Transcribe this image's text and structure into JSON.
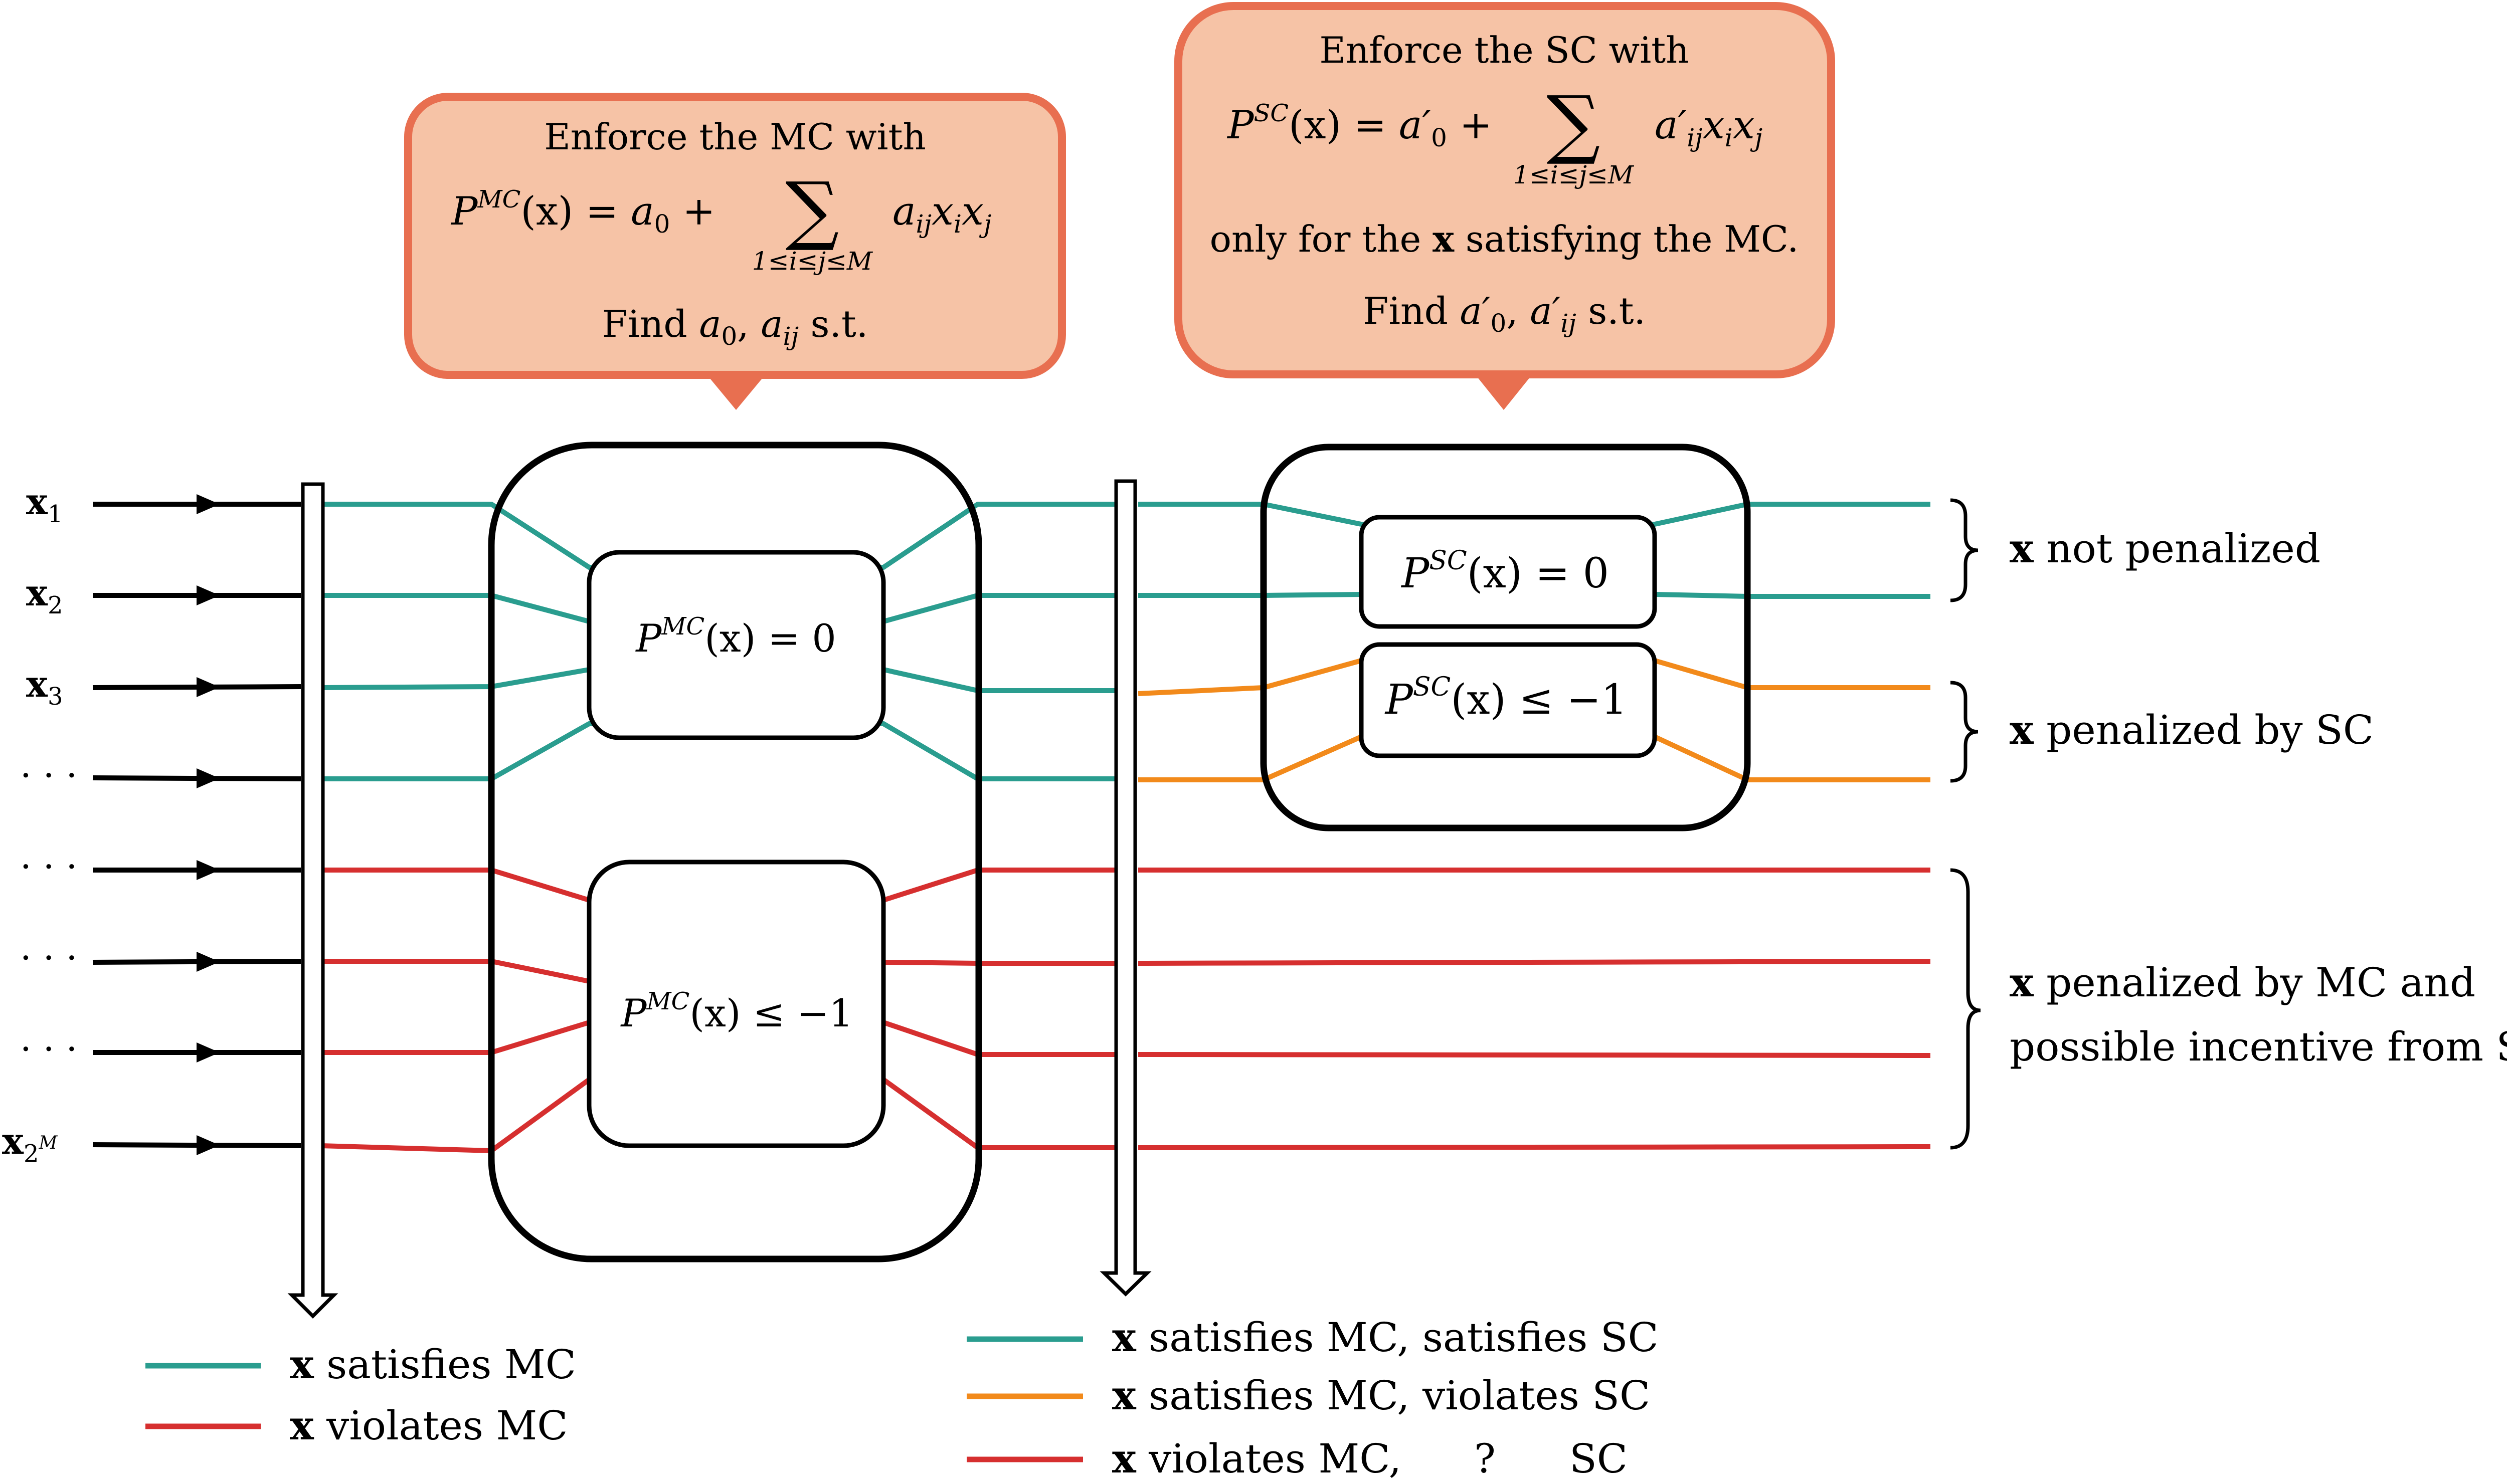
{
  "inputs": {
    "x1": {
      "base": "x",
      "sub": "1"
    },
    "x2": {
      "base": "x",
      "sub": "2"
    },
    "x3": {
      "base": "x",
      "sub": "3"
    },
    "dots": "· · ·",
    "x2M": {
      "base": "x",
      "sub": "2",
      "sup": "M"
    }
  },
  "callout_mc": {
    "line1": "Enforce the MC with",
    "poly_lhs_P": "P",
    "poly_lhs_sup": "MC",
    "poly_lhs_arg": "(x) = ",
    "a0": "a",
    "a0_sub": "0",
    "plus": " + ",
    "sum": "∑",
    "sum_range": "1≤i≤j≤M",
    "term": "a",
    "term_sub": "ij",
    "term_rest": "x",
    "term_i": "i",
    "term_x2": "x",
    "term_j": "j",
    "find_prefix": "Find ",
    "find_a0": "a",
    "find_a0_sub": "0",
    "find_sep": ", ",
    "find_aij": "a",
    "find_aij_sub": "ij",
    "find_suffix": " s.t."
  },
  "callout_sc": {
    "line1": "Enforce the SC with",
    "poly_lhs_P": "P",
    "poly_lhs_sup": "SC",
    "poly_lhs_arg": "(x) = ",
    "a0": "a′",
    "a0_sub": "0",
    "plus": " + ",
    "sum": "∑",
    "sum_range": "1≤i≤j≤M",
    "term": "a′",
    "term_sub": "ij",
    "term_rest": "x",
    "term_i": "i",
    "term_x2": "x",
    "term_j": "j",
    "line3_prefix": "only for the ",
    "line3_x": "x",
    "line3_suffix": " satisfying the MC.",
    "find_prefix": "Find ",
    "find_a0": "a′",
    "find_a0_sub": "0",
    "find_sep": ", ",
    "find_aij": "a′",
    "find_aij_sub": "ij",
    "find_suffix": " s.t."
  },
  "mc_boxes": {
    "zero_P": "P",
    "zero_sup": "MC",
    "zero_rest": "(x) = 0",
    "neg_P": "P",
    "neg_sup": "MC",
    "neg_rest": "(x) ≤ −1"
  },
  "sc_boxes": {
    "zero_P": "P",
    "zero_sup": "SC",
    "zero_rest": "(x) = 0",
    "neg_P": "P",
    "neg_sup": "SC",
    "neg_rest": "(x) ≤ −1"
  },
  "right_labels": {
    "not_penalized_x": "x",
    "not_penalized": " not penalized",
    "penalized_sc_x": "x",
    "penalized_sc": " penalized by SC",
    "penalized_mc_x": "x",
    "penalized_mc_l1": " penalized by MC and",
    "penalized_mc_l2": "possible incentive from SC"
  },
  "legend_left": {
    "item1_x": "x",
    "item1": " satisfies MC",
    "item2_x": "x",
    "item2": " violates MC"
  },
  "legend_right": {
    "item1_x": "x",
    "item1": " satisfies MC, satisfies SC",
    "item2_x": "x",
    "item2": " satisfies MC, violates SC",
    "item3_x": "x",
    "item3_a": " violates MC,",
    "item3_q": "?",
    "item3_b": "SC"
  },
  "colors": {
    "teal": "#2a9d8f",
    "red": "#d62f2f",
    "orange": "#f28a1b",
    "callout_fill": "#f6c3a6",
    "callout_stroke": "#e86f50",
    "black": "#000000"
  }
}
